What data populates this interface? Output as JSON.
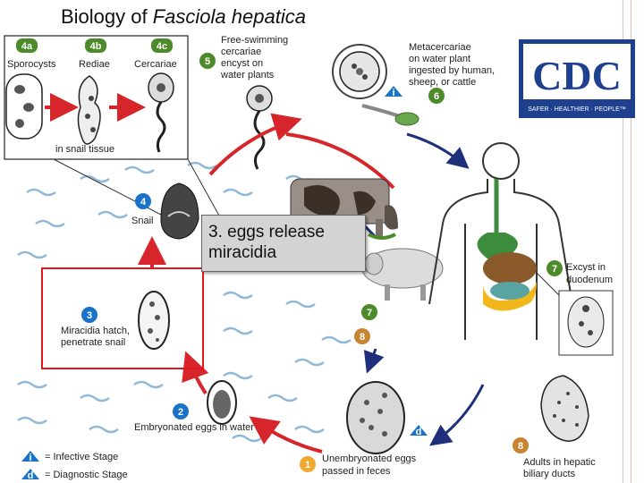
{
  "slide": {
    "title_prefix": "Biology of ",
    "title_species": "Fasciola hepatica",
    "callout_line1": "3. eggs release",
    "callout_line2": "miracidia"
  },
  "lifecycle": {
    "snail_box": {
      "stage_4a": {
        "badge": "4a",
        "label": "Sporocysts"
      },
      "stage_4b": {
        "badge": "4b",
        "label": "Rediae"
      },
      "stage_4c": {
        "badge": "4c",
        "label": "Cercariae"
      },
      "caption": "in snail tissue"
    },
    "stage_5": {
      "badge": "5",
      "label_lines": [
        "Free-swimming",
        "cercariae",
        "encyst on",
        "water plants"
      ]
    },
    "stage_6": {
      "badge": "6",
      "label_lines": [
        "Metacercariae",
        "on water plant",
        "ingested by human,",
        "sheep, or cattle"
      ]
    },
    "stage_4": {
      "badge": "4",
      "label": "Snail"
    },
    "stage_3": {
      "badge": "3",
      "label_lines": [
        "Miracidia hatch,",
        "penetrate snail"
      ]
    },
    "stage_2": {
      "badge": "2",
      "label": "Embryonated eggs in water"
    },
    "stage_1": {
      "badge": "1",
      "label_lines": [
        "Unembryonated eggs",
        "passed in feces"
      ]
    },
    "stage_7_human": {
      "badge": "7",
      "label_lines": [
        "Excyst in",
        "duodenum"
      ]
    },
    "stage_7_animal": {
      "badge": "7"
    },
    "stage_8_animal": {
      "badge": "8"
    },
    "stage_8_human": {
      "badge": "8",
      "label_lines": [
        "Adults in hepatic",
        "biliary ducts"
      ]
    },
    "marker_i": {
      "badge": "i"
    },
    "marker_d": {
      "badge": "d"
    }
  },
  "legend": {
    "infective": {
      "badge": "i",
      "label": "= Infective Stage"
    },
    "diagnostic": {
      "badge": "d",
      "label": "= Diagnostic Stage"
    }
  },
  "logo": {
    "text": "CDC",
    "tagline": "SAFER · HEALTHIER · PEOPLE™"
  },
  "colors": {
    "infective_blue": "#1a73c8",
    "diagnostic_blue": "#1a73c8",
    "stage_number_green": "#4c8a2a",
    "arrow_red": "#d7262b",
    "arrow_navy": "#1f2f7a",
    "water_blue": "#8fb8d8",
    "highlight_red": "#e8141c",
    "logo_blue": "#1f3f8f"
  }
}
